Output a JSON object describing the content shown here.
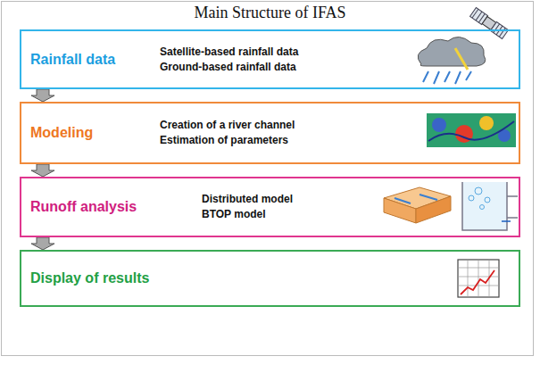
{
  "diagram": {
    "title": "Main Structure of IFAS",
    "nodes": [
      {
        "text": [
          "Rainfall data",
          "Satellite-based rainfall data",
          "Ground-based rainfall data"
        ]
      },
      {
        "text": [
          "Modeling",
          "Creation of a river channel",
          "Estimation of parameters"
        ]
      },
      {
        "text": [
          "Runoff analysis",
          "Distributed model",
          "BTOP model"
        ]
      },
      {
        "text": [
          "Display of results"
        ]
      }
    ],
    "edges": [
      {
        "from": 0,
        "to": 1,
        "arrow": "to"
      },
      {
        "from": 1,
        "to": 2,
        "arrow": "to"
      },
      {
        "from": 2,
        "to": 3,
        "arrow": "to"
      }
    ]
  }
}
